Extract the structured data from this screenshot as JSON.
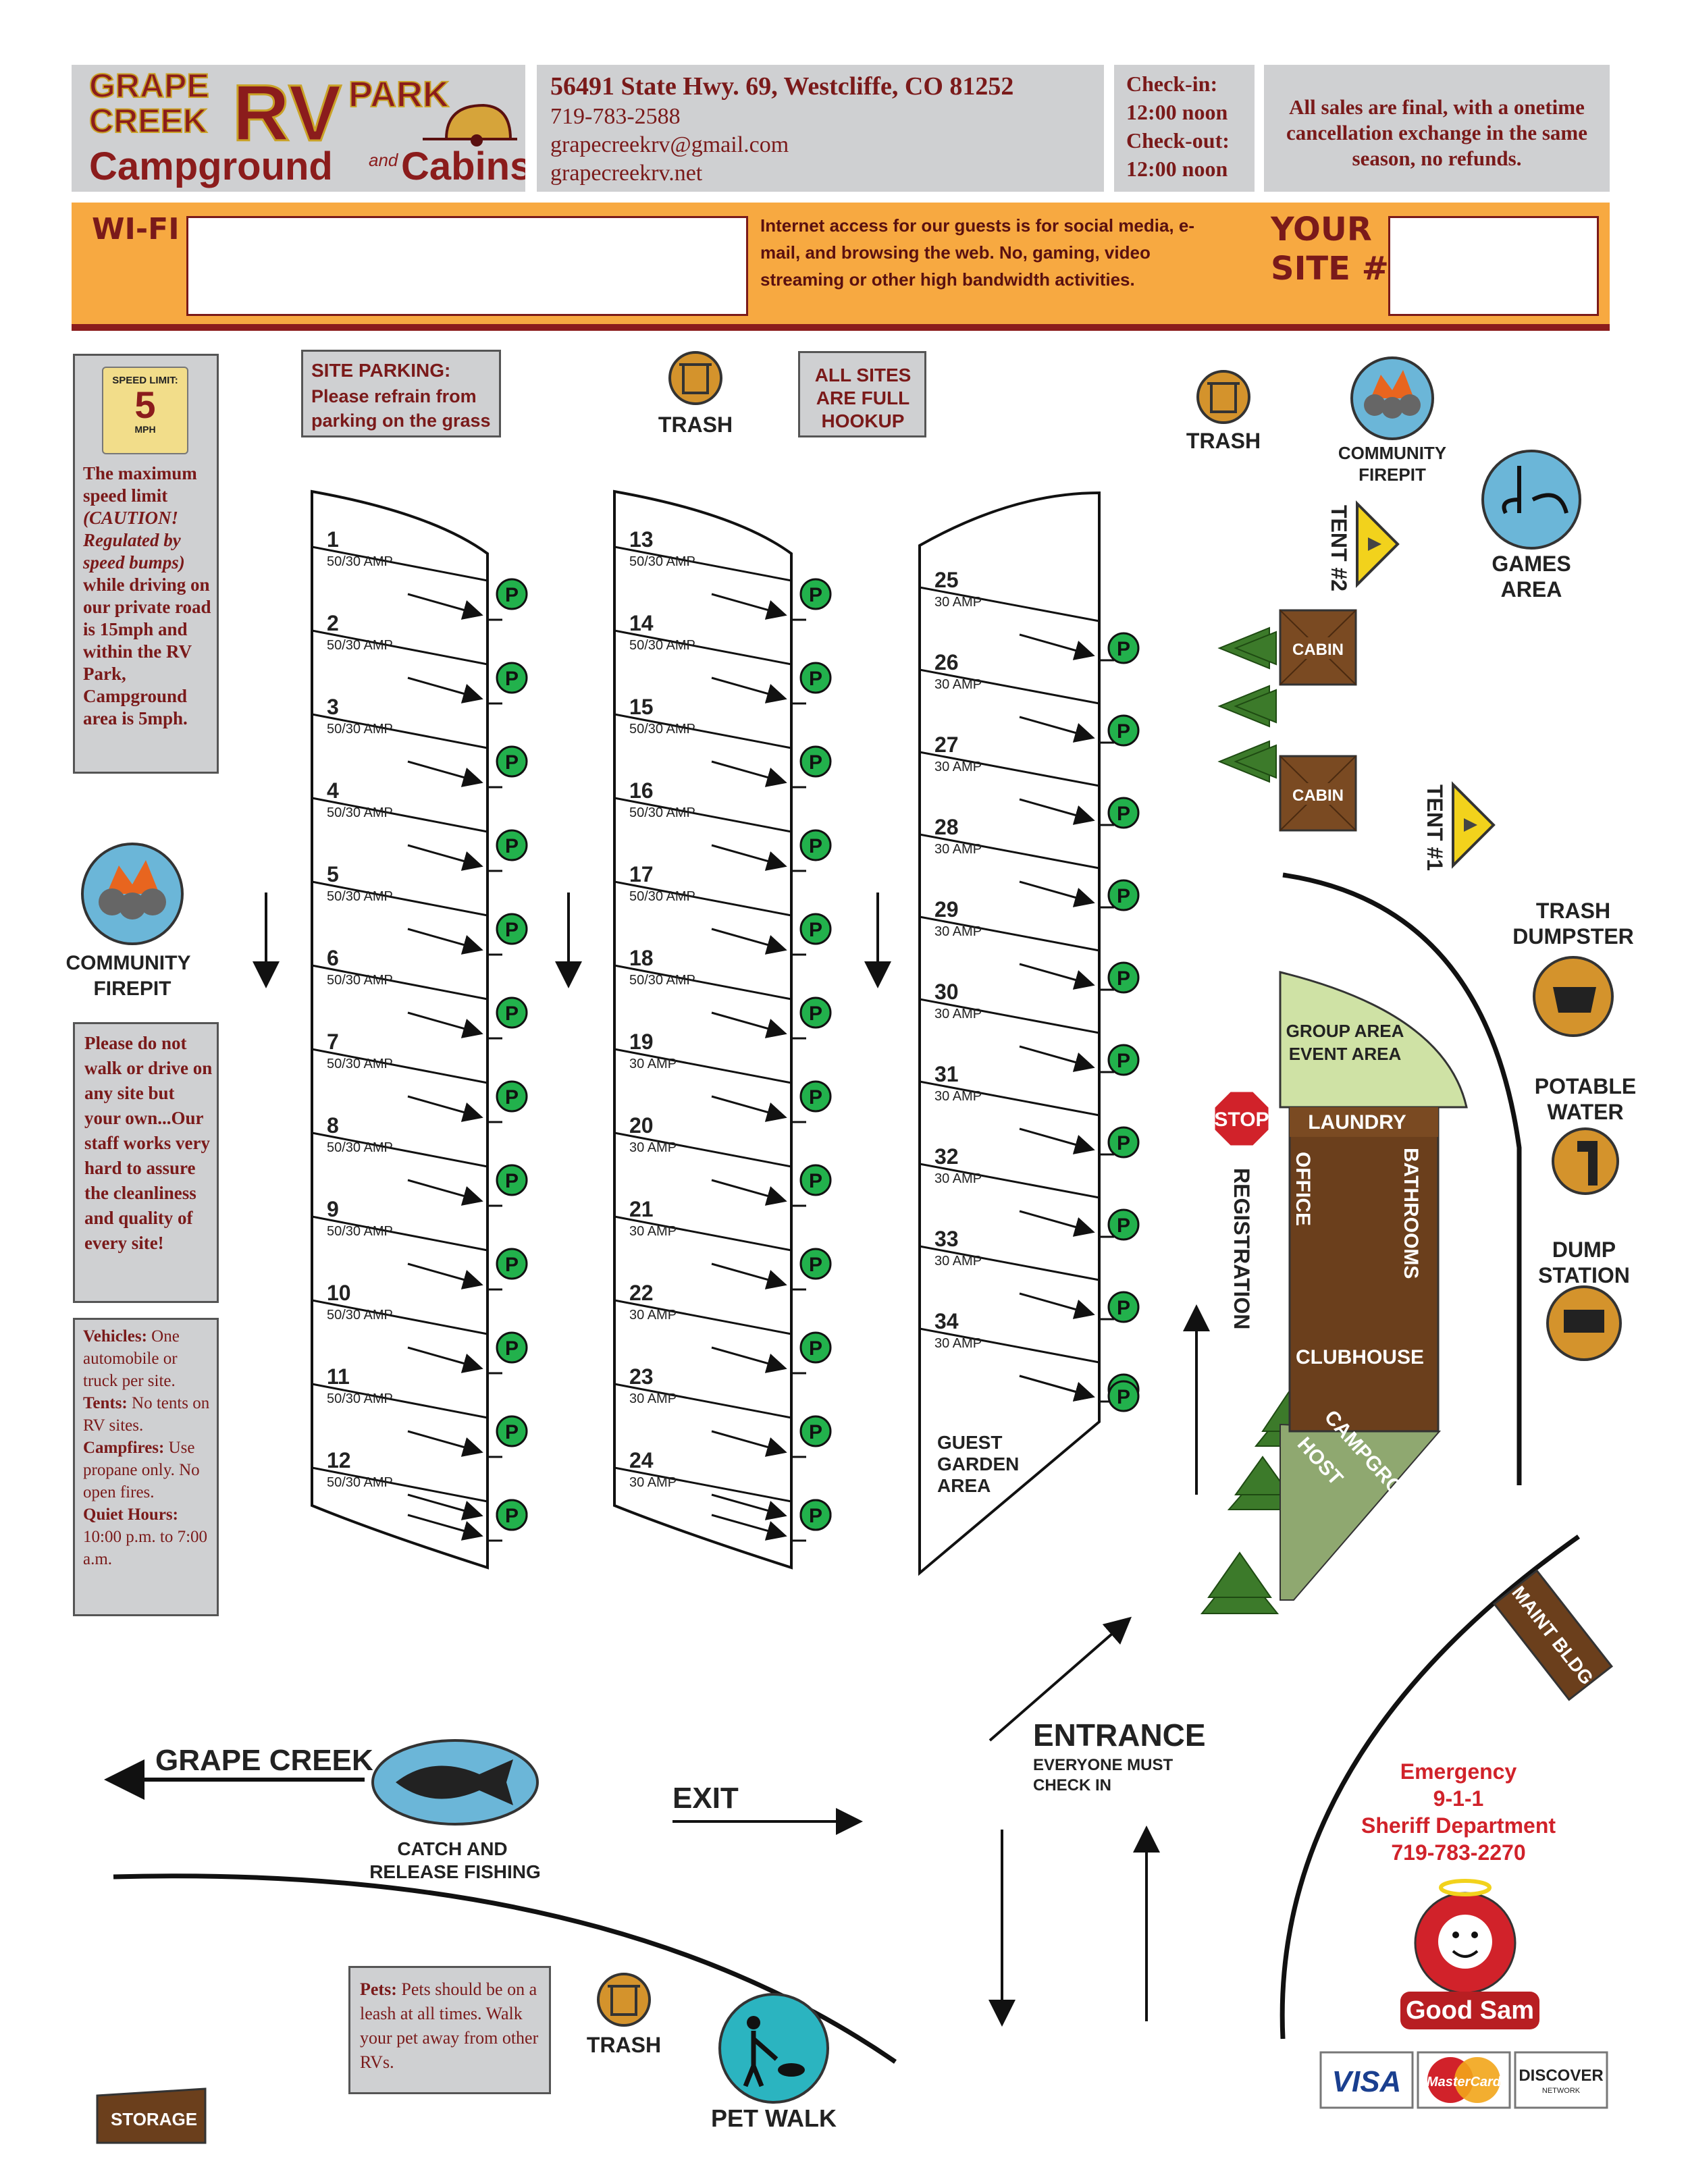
{
  "logo": {
    "line1": "GRAPE",
    "line2": "CREEK",
    "rv": "RV",
    "park": "PARK",
    "sub1": "Campground",
    "and": "and",
    "sub2": "Cabins"
  },
  "contact": {
    "address": "56491 State Hwy. 69, Westcliffe, CO 81252",
    "phone": "719-783-2588",
    "email": "grapecreekrv@gmail.com",
    "web": "grapecreekrv.net"
  },
  "checkin": {
    "in_label": "Check-in:",
    "in_time": "12:00 noon",
    "out_label": "Check-out:",
    "out_time": "12:00 noon"
  },
  "sales_note": "All sales are final, with a onetime cancellation exchange in the same season, no refunds.",
  "wifi": {
    "label": "WI-FI",
    "notice": "Internet access for our guests is for social media, e-mail, and browsing the web. No, gaming, video streaming or other high bandwidth activities.",
    "site_label_1": "YOUR",
    "site_label_2": "SITE #:"
  },
  "speed": {
    "sign_top": "SPEED LIMIT:",
    "sign_num": "5",
    "sign_unit": "MPH",
    "text_1": "The maximum speed limit ",
    "text_2": "(CAUTION! Regulated by speed bumps)",
    "text_3": " while driving on our private road is 15mph and within the RV Park, Campground area is 5mph."
  },
  "site_parking": {
    "title": "SITE PARKING:",
    "text": "Please refrain from parking on the grass"
  },
  "hookup": "ALL SITES ARE FULL HOOKUP",
  "trash_label": "TRASH",
  "firepit_1": "COMMUNITY",
  "firepit_2": "FIREPIT",
  "games_1": "GAMES",
  "games_2": "AREA",
  "tent2": "TENT #2",
  "tent1": "TENT #1",
  "cabin": "CABIN",
  "dumpster_1": "TRASH",
  "dumpster_2": "DUMPSTER",
  "water_1": "POTABLE",
  "water_2": "WATER",
  "dump_1": "DUMP",
  "dump_2": "STATION",
  "group_1": "GROUP AREA",
  "group_2": "EVENT AREA",
  "laundry": "LAUNDRY",
  "office": "OFFICE",
  "bathrooms": "BATHROOMS",
  "clubhouse": "CLUBHOUSE",
  "host_1": "CAMPGROUND",
  "host_2": "HOST",
  "stop": "STOP",
  "registration": "REGISTRATION",
  "maint": "MAINT BLDG",
  "parking_sign": "P",
  "sites": [
    {
      "n": "1",
      "amp": "50/30 AMP"
    },
    {
      "n": "2",
      "amp": "50/30 AMP"
    },
    {
      "n": "3",
      "amp": "50/30 AMP"
    },
    {
      "n": "4",
      "amp": "50/30 AMP"
    },
    {
      "n": "5",
      "amp": "50/30 AMP"
    },
    {
      "n": "6",
      "amp": "50/30 AMP"
    },
    {
      "n": "7",
      "amp": "50/30 AMP"
    },
    {
      "n": "8",
      "amp": "50/30 AMP"
    },
    {
      "n": "9",
      "amp": "50/30 AMP"
    },
    {
      "n": "10",
      "amp": "50/30 AMP"
    },
    {
      "n": "11",
      "amp": "50/30 AMP"
    },
    {
      "n": "12",
      "amp": "50/30 AMP"
    },
    {
      "n": "13",
      "amp": "50/30 AMP"
    },
    {
      "n": "14",
      "amp": "50/30 AMP"
    },
    {
      "n": "15",
      "amp": "50/30 AMP"
    },
    {
      "n": "16",
      "amp": "50/30 AMP"
    },
    {
      "n": "17",
      "amp": "50/30 AMP"
    },
    {
      "n": "18",
      "amp": "50/30 AMP"
    },
    {
      "n": "19",
      "amp": "30 AMP"
    },
    {
      "n": "20",
      "amp": "30 AMP"
    },
    {
      "n": "21",
      "amp": "30 AMP"
    },
    {
      "n": "22",
      "amp": "30 AMP"
    },
    {
      "n": "23",
      "amp": "30 AMP"
    },
    {
      "n": "24",
      "amp": "30 AMP"
    },
    {
      "n": "25",
      "amp": "30 AMP"
    },
    {
      "n": "26",
      "amp": "30 AMP"
    },
    {
      "n": "27",
      "amp": "30 AMP"
    },
    {
      "n": "28",
      "amp": "30 AMP"
    },
    {
      "n": "29",
      "amp": "30 AMP"
    },
    {
      "n": "30",
      "amp": "30 AMP"
    },
    {
      "n": "31",
      "amp": "30 AMP"
    },
    {
      "n": "32",
      "amp": "30 AMP"
    },
    {
      "n": "33",
      "amp": "30 AMP"
    },
    {
      "n": "34",
      "amp": "30 AMP"
    }
  ],
  "garden": [
    "GUEST",
    "GARDEN",
    "AREA"
  ],
  "no_walk": "Please do not walk or drive on any site but your own...Our staff works very hard to assure the cleanliness and quality of every site!",
  "rules": [
    {
      "k": "Vehicles:",
      "v": " One automobile or truck per site."
    },
    {
      "k": "Tents:",
      "v": " No tents on RV sites."
    },
    {
      "k": "Campfires:",
      "v": " Use propane only. No open fires."
    },
    {
      "k": "Quiet Hours:",
      "v": " 10:00 p.m. to 7:00 a.m."
    }
  ],
  "creek": "GRAPE CREEK",
  "fishing_1": "CATCH AND",
  "fishing_2": "RELEASE FISHING",
  "exit": "EXIT",
  "entrance": "ENTRANCE",
  "entrance_sub_1": "EVERYONE MUST",
  "entrance_sub_2": "CHECK IN",
  "emergency": {
    "l1": "Emergency",
    "l2": "9-1-1",
    "l3": "Sheriff Department",
    "l4": "719-783-2270"
  },
  "goodsam": "Good Sam",
  "cards": {
    "visa": "VISA",
    "mc": "MasterCard",
    "discover": "DISCOVER",
    "network": "NETWORK"
  },
  "pets": {
    "k": "Pets:",
    "v": " Pets should be on a leash at all times. Walk your pet away from other RVs."
  },
  "petwalk": "PET WALK",
  "storage": "STORAGE"
}
